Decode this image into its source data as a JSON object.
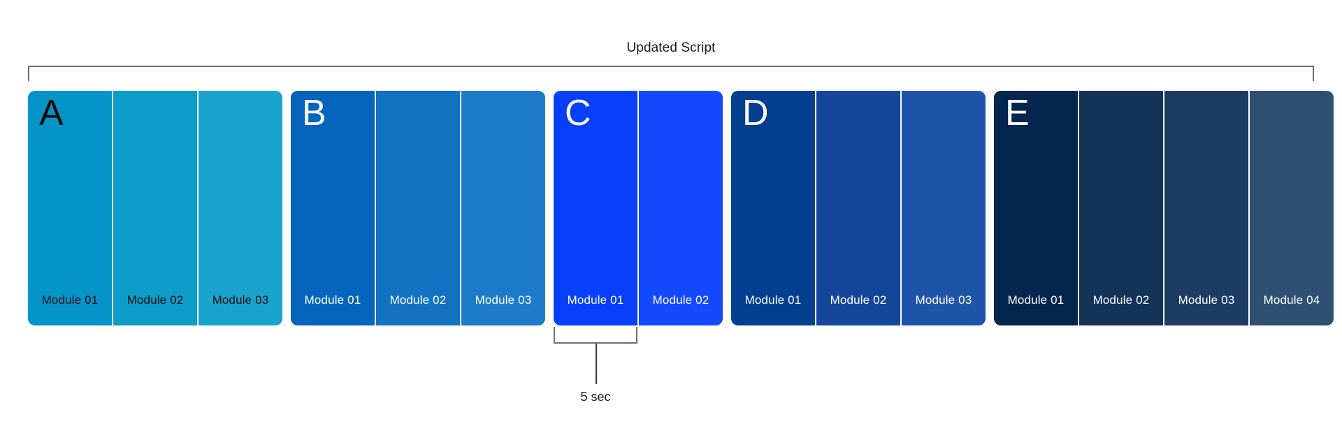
{
  "title": "Updated Script",
  "top_bracket": {
    "name": "overall-span-bracket"
  },
  "callout": {
    "label": "5 sec",
    "target_group": "C",
    "target_module": "Module 01"
  },
  "groups": [
    {
      "letter": "A",
      "letter_color": "#0b0b0b",
      "label_color": "#101010",
      "modules": [
        {
          "label": "Module 01",
          "color": "#0494c8"
        },
        {
          "label": "Module 02",
          "color": "#0d9bca"
        },
        {
          "label": "Module 03",
          "color": "#18a4cf"
        }
      ]
    },
    {
      "letter": "B",
      "letter_color": "#ffffff",
      "label_color": "#ffffff",
      "modules": [
        {
          "label": "Module 01",
          "color": "#0565bd"
        },
        {
          "label": "Module 02",
          "color": "#1372c4"
        },
        {
          "label": "Module 03",
          "color": "#1d7cc9"
        }
      ]
    },
    {
      "letter": "C",
      "letter_color": "#ffffff",
      "label_color": "#ffffff",
      "modules": [
        {
          "label": "Module 01",
          "color": "#0640fb"
        },
        {
          "label": "Module 02",
          "color": "#134afd"
        }
      ]
    },
    {
      "letter": "D",
      "letter_color": "#ffffff",
      "label_color": "#ffffff",
      "modules": [
        {
          "label": "Module 01",
          "color": "#033f8f"
        },
        {
          "label": "Module 02",
          "color": "#14479b"
        },
        {
          "label": "Module 03",
          "color": "#1e55a8"
        }
      ]
    },
    {
      "letter": "E",
      "letter_color": "#ffffff",
      "label_color": "#ffffff",
      "modules": [
        {
          "label": "Module 01",
          "color": "#05264f"
        },
        {
          "label": "Module 02",
          "color": "#133359"
        },
        {
          "label": "Module 03",
          "color": "#1c3c63"
        },
        {
          "label": "Module 04",
          "color": "#2e5073"
        }
      ]
    }
  ],
  "colors": {
    "bracket": "#6e6e6e",
    "stem": "#3a3a3a",
    "text": "#1a1a1a",
    "background": "#ffffff"
  }
}
